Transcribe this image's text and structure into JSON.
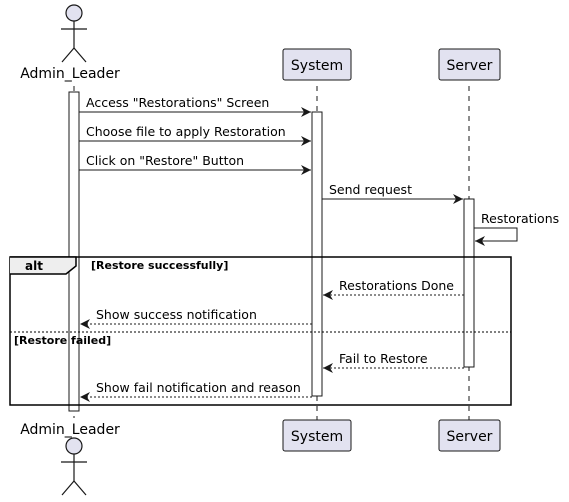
{
  "participants": {
    "admin": "Admin_Leader",
    "system": "System",
    "server": "Server"
  },
  "messages": [
    "Access \"Restorations\" Screen",
    "Choose file to apply Restoration",
    "Click on \"Restore\" Button",
    "Send request",
    "Restorations",
    "Restorations Done",
    "Show success notification",
    "Fail to Restore",
    "Show fail notification and reason"
  ],
  "alt_frame": {
    "keyword": "alt",
    "guard_success": "[Restore successfully]",
    "guard_failed": "[Restore failed]"
  },
  "colors": {
    "participant_fill": "#e2e2f0",
    "participant_border": "#181818",
    "lifeline": "#181818",
    "activation_fill": "#ffffff"
  }
}
